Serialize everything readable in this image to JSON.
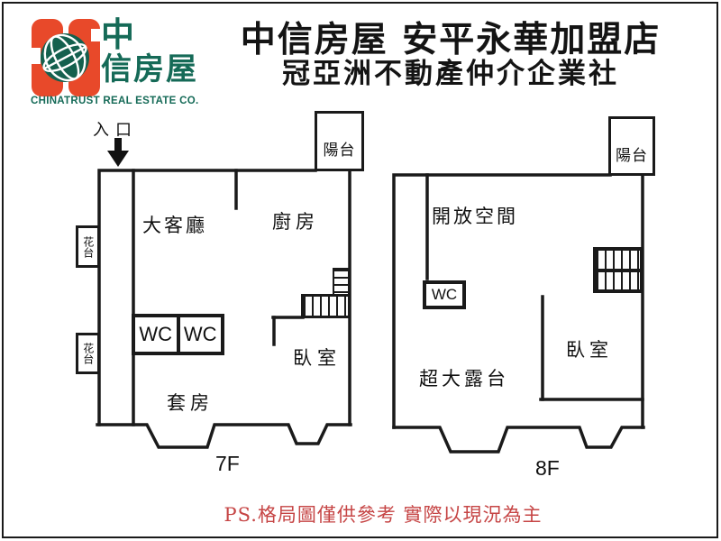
{
  "brand": {
    "name_top": "中",
    "name_bottom": "信房屋",
    "company_en": "CHINATRUST REAL ESTATE CO."
  },
  "header": {
    "title": "中信房屋 安平永華加盟店",
    "subtitle": "冠亞洲不動產仲介企業社"
  },
  "plan7f": {
    "entrance": "入口",
    "balcony": "陽台",
    "living_room": "大客廳",
    "kitchen": "廚房",
    "flower_bed_upper": "花台",
    "flower_bed_lower": "花台",
    "wc_left": "WC",
    "wc_right": "WC",
    "bedroom": "臥室",
    "suite": "套房",
    "floor": "7F"
  },
  "plan8f": {
    "balcony": "陽台",
    "open_space": "開放空間",
    "wc": "WC",
    "bedroom": "臥室",
    "terrace": "超大露台",
    "floor": "8F"
  },
  "footer": {
    "disclaimer": "PS.格局圖僅供參考 實際以現況為主"
  },
  "colors": {
    "brand_orange": "#e8492a",
    "brand_green": "#156a57",
    "disclaimer_red": "#c64545",
    "line_black": "#1a1a1a"
  }
}
